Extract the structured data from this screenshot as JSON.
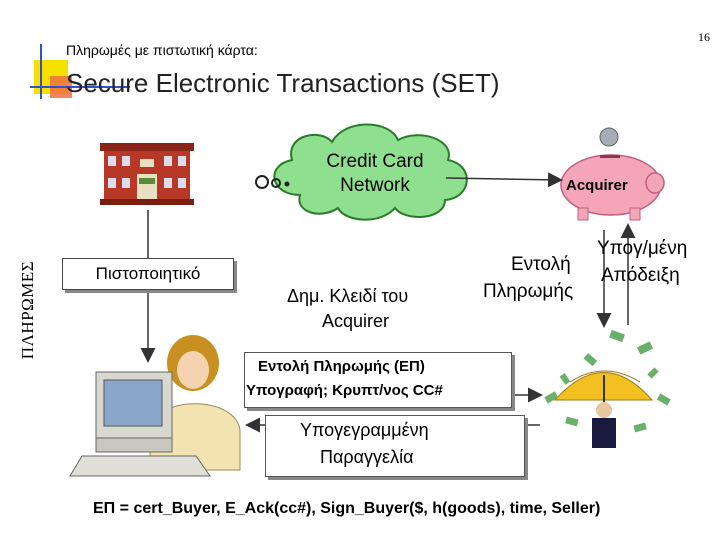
{
  "slide_number": "16",
  "subtitle": "Πληρωμές με πιστωτική κάρτα:",
  "title": "Secure Electronic Transactions (SET)",
  "side_label": "ΠΛΗΡΩΜΕΣ",
  "certificate": "Πιστοποιητικό",
  "network": {
    "line1": "Credit Card",
    "line2": "Network"
  },
  "acquirer": "Acquirer",
  "signed_receipt": {
    "line1": "Υπογ/μένη",
    "line2": "Απόδειξη"
  },
  "payment_order": {
    "line1": "Εντολή",
    "line2": "Πληρωμής"
  },
  "public_key": {
    "line1": "Δημ. Κλειδί του",
    "line2": "Acquirer"
  },
  "order_box": {
    "line1": "Εντολή Πληρωμής (ΕΠ)",
    "line2": "Υπογραφή; Κρυπτ/νος CC#"
  },
  "signed_order": {
    "line1": "Υπογεγραμμένη",
    "line2": "Παραγγελία"
  },
  "formula": "ΕΠ = cert_Buyer, E_Ack(cc#), Sign_Buyer($, h(goods), time, Seller)",
  "colors": {
    "accent_yellow": "#f5e000",
    "accent_blue": "#3050d0",
    "box_shadow": "#888888"
  }
}
